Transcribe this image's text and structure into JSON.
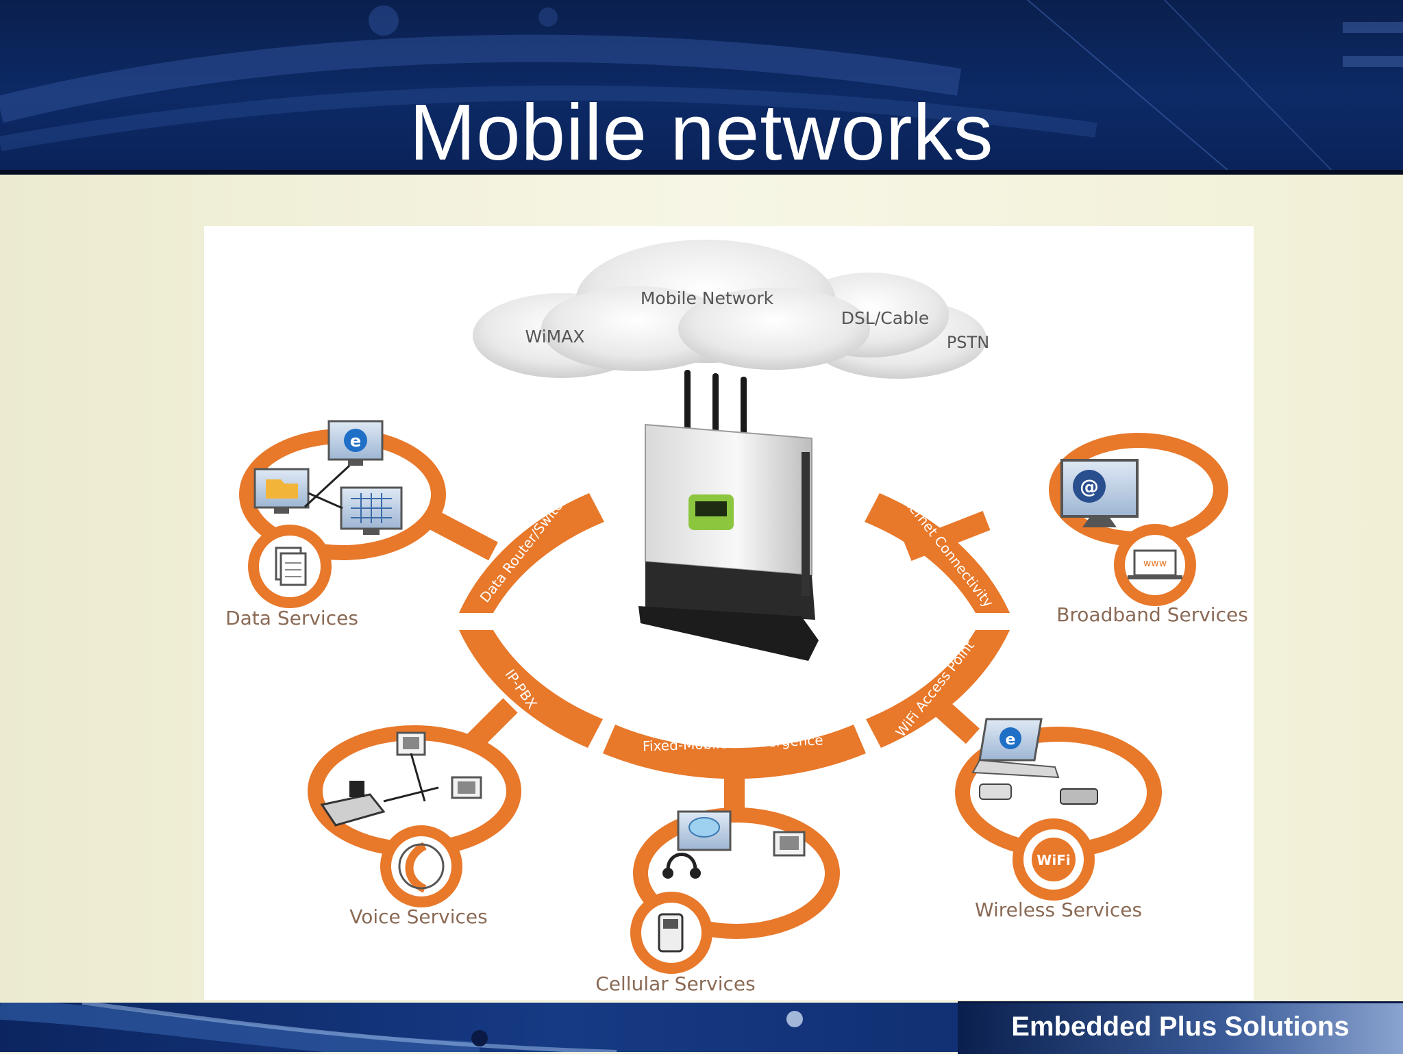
{
  "slide": {
    "title": "Mobile networks",
    "footer_brand": "Embedded Plus Solutions"
  },
  "colors": {
    "header_navy": "#0d2a66",
    "accent_orange": "#e8782a",
    "label_text": "#8a6a55",
    "cloud_text": "#555555"
  },
  "diagram": {
    "clouds": [
      {
        "label": "WiMAX"
      },
      {
        "label": "Mobile Network"
      },
      {
        "label": "DSL/Cable"
      },
      {
        "label": "PSTN"
      }
    ],
    "ring_segments": [
      {
        "label": "Data Router/Switch"
      },
      {
        "label": "Internet Connectivity"
      },
      {
        "label": "IP-PBX"
      },
      {
        "label": "Fixed-Mobile-Convergence"
      },
      {
        "label": "WiFi Access Point"
      }
    ],
    "services": [
      {
        "label": "Data Services",
        "icons": [
          "browser-monitor-icon",
          "folder-monitor-icon",
          "spreadsheet-monitor-icon",
          "documents-icon"
        ]
      },
      {
        "label": "Broadband Services",
        "icons": [
          "email-monitor-icon",
          "www-laptop-icon"
        ]
      },
      {
        "label": "Voice Services",
        "icons": [
          "desk-phone-icon",
          "fax-machine-icon",
          "phone-handset-icon"
        ]
      },
      {
        "label": "Cellular Services",
        "icons": [
          "chat-monitor-icon",
          "headset-icon",
          "desk-phone-icon",
          "mobile-phone-icon"
        ]
      },
      {
        "label": "Wireless Services",
        "icons": [
          "browser-laptop-icon",
          "flip-phone-icon",
          "pda-icon",
          "wifi-badge-icon"
        ]
      }
    ],
    "wifi_badge": "WiFi",
    "www_badge": "www"
  }
}
